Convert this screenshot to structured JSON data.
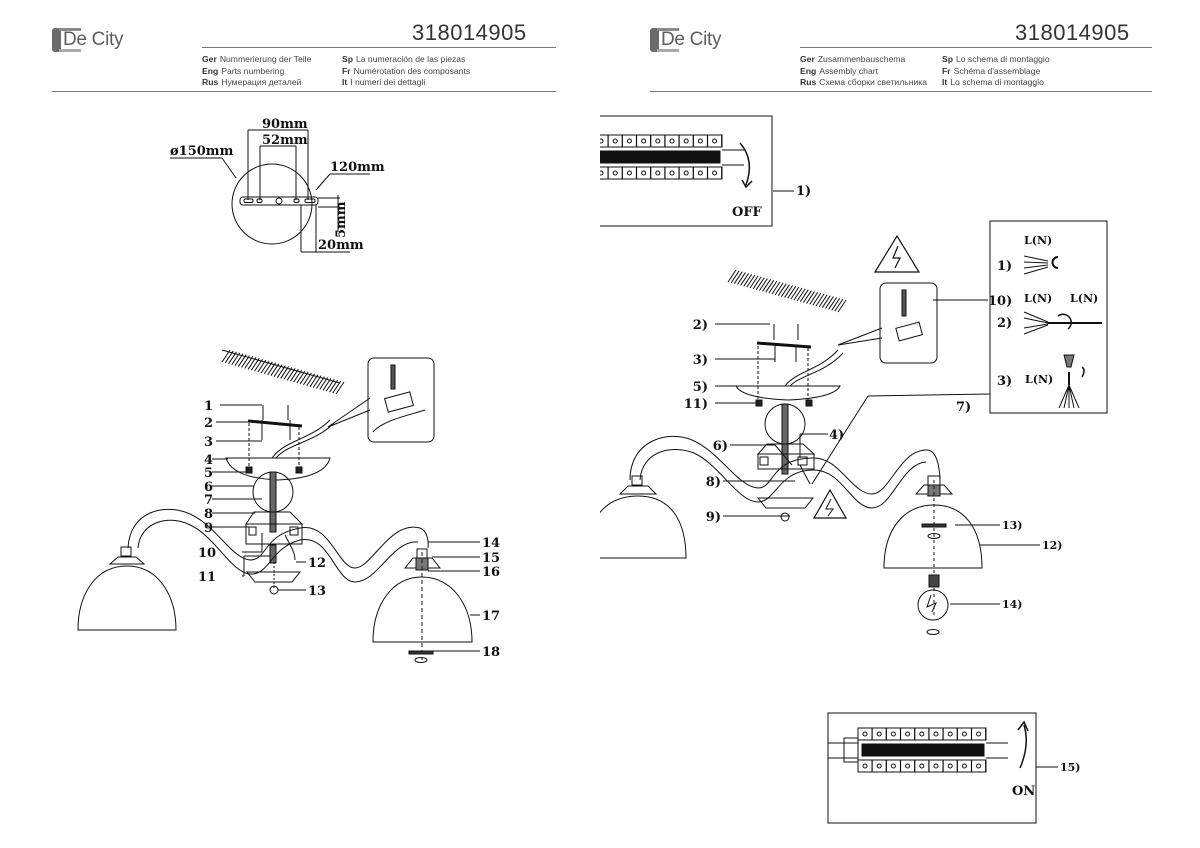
{
  "brand": {
    "logo_text": "De City"
  },
  "left_page": {
    "product_code": "318014905",
    "titles": [
      {
        "lang": "Ger",
        "text": "Nummerierung der Teile"
      },
      {
        "lang": "Eng",
        "text": "Parts numbering"
      },
      {
        "lang": "Rus",
        "text": "Нумерация деталей"
      },
      {
        "lang": "Sp",
        "text": "La numeración de las piezas"
      },
      {
        "lang": "Fr",
        "text": "Numérotation des composants"
      },
      {
        "lang": "It",
        "text": "I numeri dei dettagli"
      }
    ],
    "mounting_plate_dimensions": {
      "diameter": "ø150mm",
      "outer_holes": "90mm",
      "inner_holes": "52mm",
      "plate_length": "120mm",
      "thickness": "5mm",
      "width": "20mm"
    },
    "part_labels": [
      "1",
      "2",
      "3",
      "4",
      "5",
      "6",
      "7",
      "8",
      "9",
      "10",
      "11",
      "12",
      "13",
      "14",
      "15",
      "16",
      "17",
      "18"
    ]
  },
  "right_page": {
    "product_code": "318014905",
    "titles": [
      {
        "lang": "Ger",
        "text": "Zusammenbauschema"
      },
      {
        "lang": "Eng",
        "text": "Assembly chart"
      },
      {
        "lang": "Rus",
        "text": "Схема сборки светильника"
      },
      {
        "lang": "Sp",
        "text": "Lo schema di montaggio"
      },
      {
        "lang": "Fr",
        "text": "Schéma d'assemblage"
      },
      {
        "lang": "It",
        "text": "Lo schema di montaggio"
      }
    ],
    "step_off": {
      "label": "1)",
      "state": "OFF"
    },
    "step_on": {
      "label": "15)",
      "state": "ON"
    },
    "assembly_labels": [
      "2)",
      "3)",
      "5)",
      "11)",
      "6)",
      "8)",
      "9)",
      "4)",
      "7)",
      "10)",
      "13)",
      "12)",
      "14)"
    ],
    "wiring_panel": {
      "methods": [
        {
          "num": "1)",
          "wires": [
            "L(N)"
          ]
        },
        {
          "num": "2)",
          "wires": [
            "L(N)",
            "L(N)"
          ]
        },
        {
          "num": "3)",
          "wires": [
            "L(N)"
          ]
        }
      ]
    }
  }
}
